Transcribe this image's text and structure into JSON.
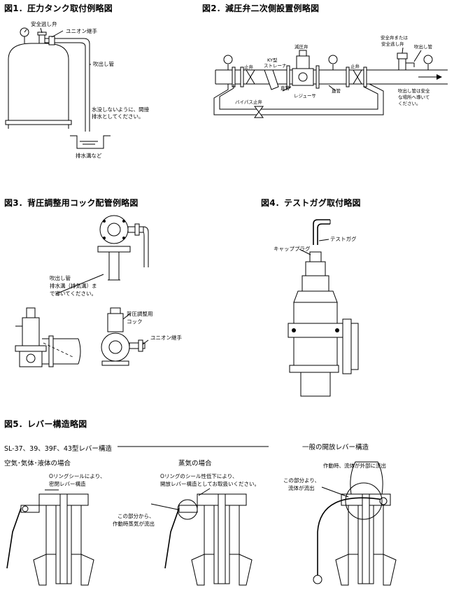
{
  "figures": {
    "fig1": {
      "title": "図1．圧力タンク取付例略図",
      "labels": {
        "safety_valve": "安全逃し弁",
        "union": "ユニオン継手",
        "discharge_pipe": "吹出し管",
        "note_line1": "水没しないように、間接",
        "note_line2": "排水としてください。",
        "drain": "排水溝など"
      }
    },
    "fig2": {
      "title": "図2．減圧弁二次側設置例略図",
      "labels": {
        "stop_valve_left": "止弁",
        "ky_strainer_line1": "KY型",
        "ky_strainer_line2": "ストレーナ",
        "prv": "減圧弁",
        "straight_pipe_left": "直管",
        "reducer": "レジューサ",
        "straight_pipe_right": "直管",
        "stop_valve_right": "止弁",
        "safety_line1": "安全弁または",
        "safety_line2": "安全逃し弁",
        "discharge_pipe": "吹出し管",
        "bypass_valve": "バイパス止弁",
        "note_line1": "吹出し管は安全",
        "note_line2": "な場所へ導いて",
        "note_line3": "ください。"
      }
    },
    "fig3": {
      "title": "図3．背圧調整用コック配管例略図",
      "labels": {
        "note_line1": "吹出し管",
        "note_line2": "排水溝（排気溝）ま",
        "note_line3": "で導いてください。",
        "cock_line1": "背圧調整用",
        "cock_line2": "コック",
        "union": "ユニオン継手"
      }
    },
    "fig4": {
      "title": "図4．テストガグ取付略図",
      "labels": {
        "test_gag": "テストガグ",
        "cap_plug": "キャッププラグ"
      }
    },
    "fig5": {
      "title": "図5．レバー構造略図",
      "series_header": "SL-37、39、39F、43型レバー構造",
      "general_header": "一般の開放レバー構造",
      "air_header": "空気･気体･液体の場合",
      "steam_header": "蒸気の場合",
      "labels": {
        "air_note_line1": "Oリングシールにより、",
        "air_note_line2": "密閉レバー構造",
        "steam_note_line1": "Oリングのシール性低下により、",
        "steam_note_line2": "開放レバー構造としてお取扱いください。",
        "steam_part_line1": "この部分から、",
        "steam_part_line2": "作動時蒸気が流出",
        "general_note": "作動時、流体が外部に流出",
        "general_part_line1": "この部分より、",
        "general_part_line2": "流体が流出"
      }
    }
  }
}
